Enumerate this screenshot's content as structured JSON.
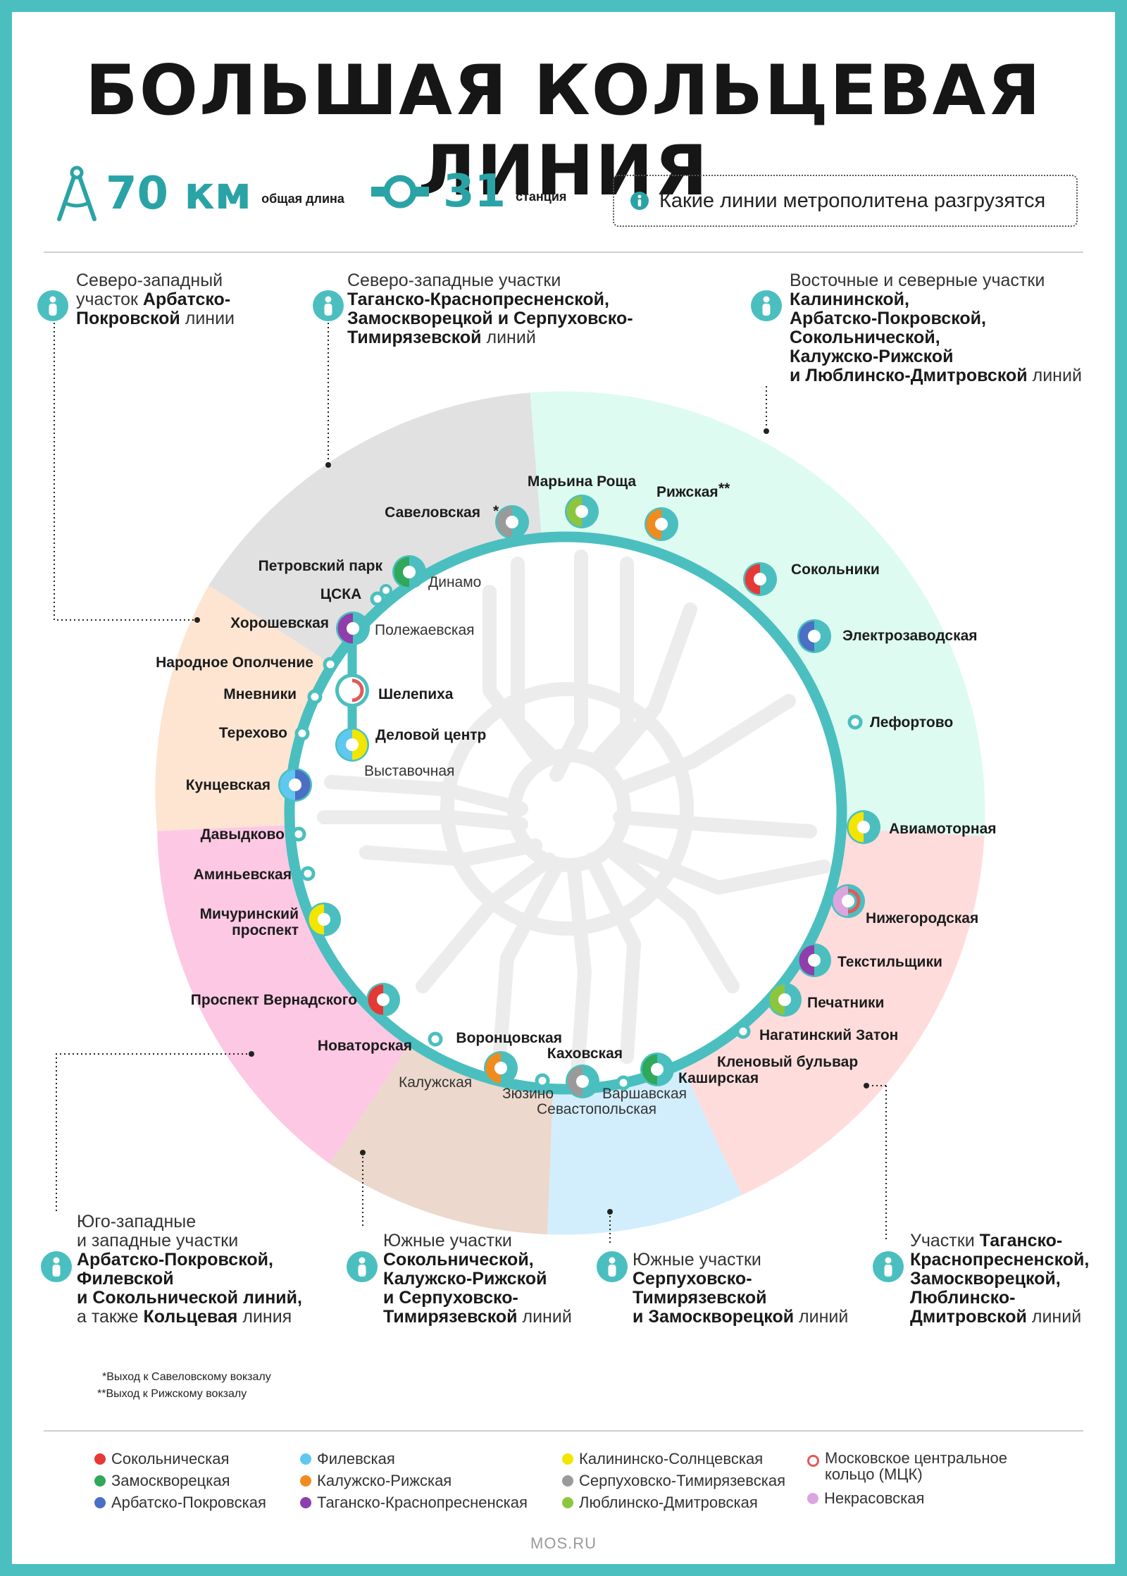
{
  "title": "БОЛЬШАЯ КОЛЬЦЕВАЯ ЛИНИЯ",
  "stats": {
    "length_value": "70 км",
    "length_label": "общая длина",
    "stations_value": "31",
    "stations_label": "станция"
  },
  "info_box": "Какие линии метрополитена разгрузятся",
  "colors": {
    "teal": "#4bbfbf",
    "sokolnicheskaya": "#e53935",
    "zamoskvoretskaya": "#2fa85a",
    "arbatsko": "#4a6fc4",
    "filevskaya": "#5ec8f0",
    "kaluzhsko": "#f08c1e",
    "tagansko": "#8e3fab",
    "kalininsko": "#f2e600",
    "serpukhovsko": "#9a9a9a",
    "lyublinsko": "#8cc63f",
    "mck": "#e05a5a",
    "nekrasovskaya": "#dba6e0"
  },
  "sections": {
    "nw1": {
      "pre": "Северо-западный\nучасток ",
      "bold": "Арбатско-\nПокровской",
      "post": " линии"
    },
    "nw2": {
      "pre": "Северо-западные участки\n",
      "bold": "Таганско-Краснопресненской,\nЗамоскворецкой и Серпуховско-\nТимирязевской",
      "post": " линий"
    },
    "east": {
      "pre": "Восточные и северные участки\n",
      "bold": "Калининской,\nАрбатско-Покровской,\nСокольнической,\nКалужско-Рижской\nи Люблинско-Дмитровской",
      "post": " линий"
    },
    "sw": {
      "pre": "Юго-западные\nи западные участки\n",
      "bold": "Арбатско-Покровской,\nФилевской\nи Сокольнической линий,",
      "post": "\nа также ",
      "bold2": "Кольцевая",
      "post2": " линия"
    },
    "s1": {
      "pre": "Южные участки\n",
      "bold": "Сокольнической,\nКалужско-Рижской\nи Серпуховско-\nТимирязевской",
      "post": " линий"
    },
    "s2": {
      "pre": "Южные участки\n",
      "bold": "Серпуховско-\nТимирязевской\nи Замоскворецкой",
      "post": " линий"
    },
    "se": {
      "pre": "Участки ",
      "bold": "Таганско-\nКраснопресненской,\nЗамоскворецкой,\nЛюблинско-\nДмитровской",
      "post": " линий"
    }
  },
  "stations": {
    "savelovskaya": "Савеловская",
    "marina_roshcha": "Марьина Роща",
    "rizhskaya": "Рижская",
    "sokolniki": "Сокольники",
    "elektrozavodskaya": "Электрозаводская",
    "lefortovo": "Лефортово",
    "aviamotornaya": "Авиамоторная",
    "nizhegorodskaya": "Нижегородская",
    "tekstilshchiki": "Текстильщики",
    "pechatniki": "Печатники",
    "nagatinsky_zaton": "Нагатинский Затон",
    "klenovy_bulvar": "Кленовый бульвар",
    "kashirskaya": "Каширская",
    "varshavskaya": "Варшавская",
    "kakhovskaya": "Каховская",
    "sevastopolskaya": "Севастопольская",
    "zyuzino": "Зюзино",
    "vorontsovskaya": "Воронцовская",
    "kaluzhskaya": "Калужская",
    "novatorskaya": "Новаторская",
    "prospekt_vernadskogo": "Проспект Вернадского",
    "michurinsky_1": "Мичуринский",
    "michurinsky_2": "проспект",
    "aminyevskaya": "Аминьевская",
    "davydkovo": "Давыдково",
    "kuntsevskaya": "Кунцевская",
    "terekhovo": "Терехово",
    "mnevniki": "Мневники",
    "narodnoe_opolchenie": "Народное Ополчение",
    "khoroshevskaya": "Хорошевская",
    "tsska": "ЦСКА",
    "petrovsky_park": "Петровский парк",
    "dinamo": "Динамо",
    "polezhaevskaya": "Полежаевская",
    "shelepikha": "Шелепиха",
    "delovoy_tsentr": "Деловой центр",
    "vystavochnaya": "Выставочная"
  },
  "footnotes": {
    "f1": "*Выход к Савеловскому вокзалу",
    "f2": "**Выход к Рижскому вокзалу"
  },
  "legend": {
    "sokolnicheskaya": "Сокольническая",
    "zamoskvoretskaya": "Замоскворецкая",
    "arbatsko": "Арбатско-Покровская",
    "filevskaya": "Филевская",
    "kaluzhsko": "Калужско-Рижская",
    "tagansko": "Таганско-Краснопресненская",
    "kalininsko": "Калининско-Солнцевская",
    "serpukhovsko": "Серпуховско-Тимирязевская",
    "lyublinsko": "Люблинско-Дмитровская",
    "mck_1": "Московское центральное",
    "mck_2": "кольцо (МЦК)",
    "nekrasovskaya": "Некрасовская"
  },
  "footer": "MOS.RU"
}
